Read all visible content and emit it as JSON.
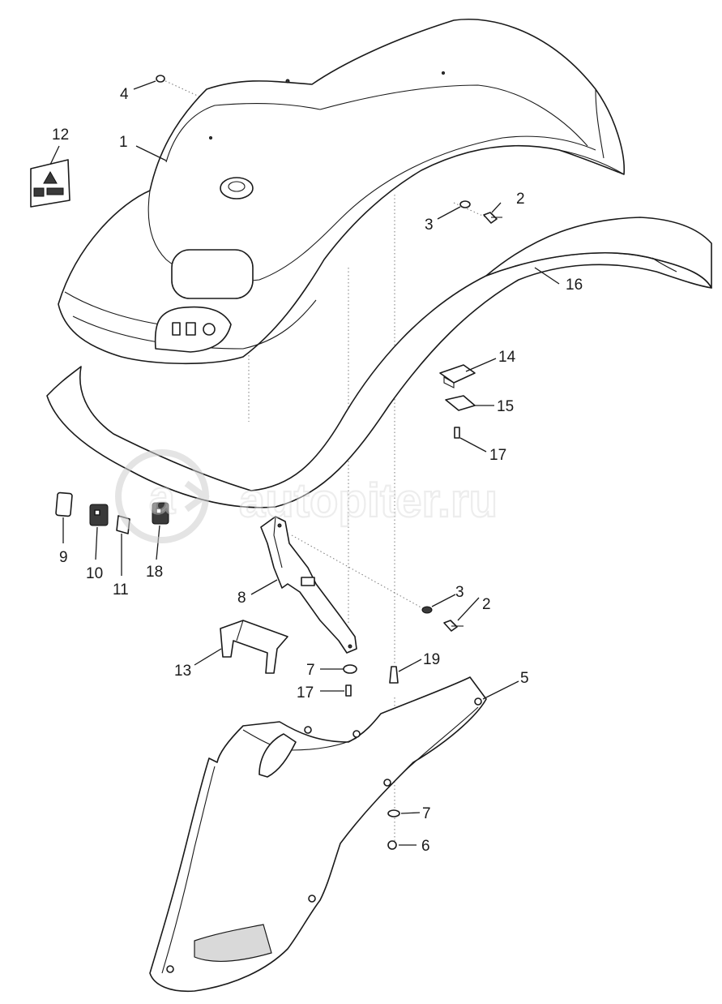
{
  "watermark": {
    "text": "autopiter.ru",
    "logo_letter": "a"
  },
  "callouts": {
    "c1": "1",
    "c2a": "2",
    "c2b": "2",
    "c3a": "3",
    "c3b": "3",
    "c4": "4",
    "c5": "5",
    "c6": "6",
    "c7a": "7",
    "c7b": "7",
    "c8": "8",
    "c9": "9",
    "c10": "10",
    "c11": "11",
    "c12": "12",
    "c13": "13",
    "c14": "14",
    "c15": "15",
    "c16": "16",
    "c17a": "17",
    "c17b": "17",
    "c18": "18",
    "c19": "19"
  }
}
